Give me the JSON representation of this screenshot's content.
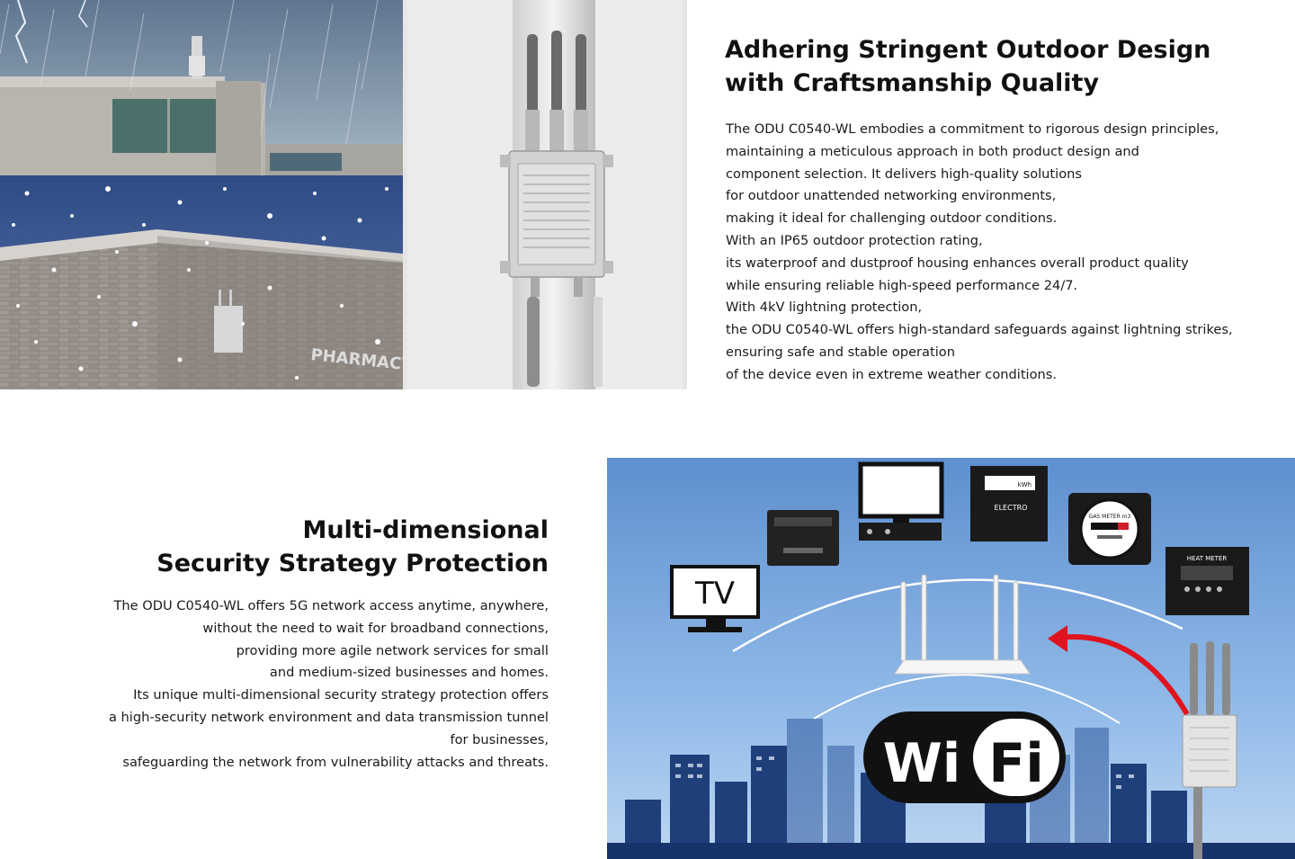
{
  "section1": {
    "title_lines": [
      "Adhering Stringent Outdoor Design",
      "with Craftsmanship Quality"
    ],
    "body_lines": [
      "The ODU C0540-WL embodies a commitment to rigorous design principles,",
      "maintaining a meticulous approach in both product design and",
      "component selection. It delivers high-quality solutions",
      "for outdoor unattended networking environments,",
      "making it ideal for challenging outdoor conditions.",
      "With an IP65 outdoor protection rating,",
      "its waterproof and dustproof housing enhances overall product quality",
      "while ensuring reliable high-speed performance 24/7.",
      "With 4kV lightning protection,",
      "the ODU C0540-WL offers high-standard safeguards against lightning strikes,",
      "ensuring safe and stable operation",
      "of the device even in extreme weather conditions."
    ],
    "image": {
      "sign_text": "PHARMACY"
    }
  },
  "section2": {
    "title_lines": [
      "Multi-dimensional",
      "Security Strategy Protection"
    ],
    "body_lines": [
      "The ODU C0540-WL offers 5G network access anytime, anywhere,",
      "without the need to wait for broadband connections,",
      "providing more agile network services for small",
      "and medium-sized businesses and homes.",
      "Its unique multi-dimensional security strategy protection offers",
      "a high-security network environment and data transmission tunnel",
      "for businesses,",
      "safeguarding the network from vulnerability attacks and threats."
    ],
    "image": {
      "tv_label": "TV",
      "electro_label": "ELECTRO",
      "kwh_label": "kWh",
      "gas_meter_label": "GAS METER m3",
      "heat_meter_label": "HEAT METER",
      "wifi_wi": "Wi",
      "wifi_fi": "Fi"
    }
  },
  "colors": {
    "arrow_red": "#e0141e",
    "sky_blue": "#6d9fd8",
    "building_dark": "#1f3f7a"
  }
}
